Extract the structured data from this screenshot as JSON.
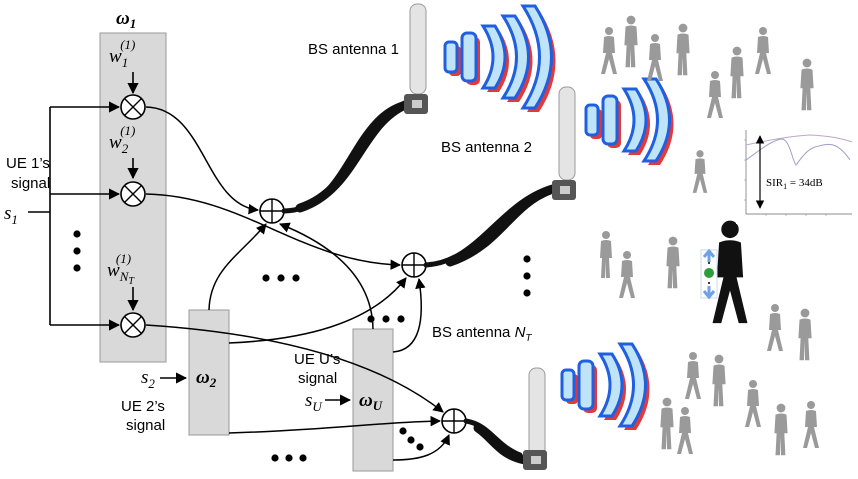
{
  "weights_block_1": {
    "label": "ω",
    "label_sub": "1",
    "w1": "w",
    "w1_sub": "1",
    "w1_sup": "(1)",
    "w2": "w",
    "w2_sub": "2",
    "w2_sup": "(1)",
    "wN": "w",
    "wN_sub": "N",
    "wN_subsub": "T",
    "wN_sup": "(1)"
  },
  "ue1": {
    "line1": "UE 1’s",
    "line2": "signal",
    "symbol": "s",
    "symbol_sub": "1"
  },
  "ue2": {
    "symbol": "s",
    "symbol_sub": "2",
    "block": "ω",
    "block_sub": "2",
    "line1": "UE 2’s",
    "line2": "signal"
  },
  "ueU": {
    "line1": "UE U’s",
    "line2": "signal",
    "symbol": "s",
    "symbol_sub": "U",
    "block": "ω",
    "block_sub": "U"
  },
  "antennas": {
    "a1": "BS antenna 1",
    "a2": "BS antenna 2",
    "aN": "BS antenna ",
    "aN_sym": "N",
    "aN_sub": "T"
  },
  "sir": {
    "text": "SIR",
    "text_sub": "1",
    "value": " = 34dB"
  },
  "colors": {
    "block_fill": "#d9d9d9",
    "block_stroke": "#999999",
    "wave_blue": "#1f5fe0",
    "wave_light": "#bfe3f7",
    "wave_red": "#e23a3a",
    "person": "#9a9a9a",
    "person_dark": "#111111",
    "accent_green": "#2e9d3a"
  }
}
